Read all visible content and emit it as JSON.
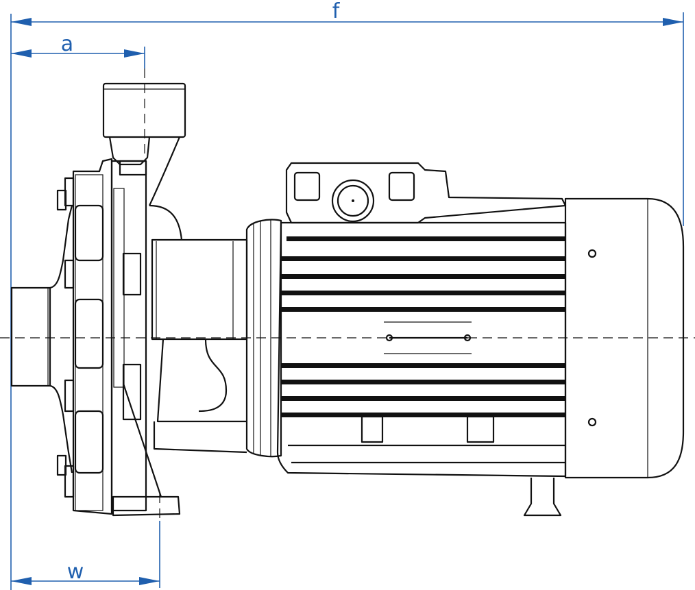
{
  "dimensions": {
    "f": "f",
    "a": "a",
    "w": "w"
  },
  "colors": {
    "dimension": "#1f5fae",
    "drawing": "#111111"
  }
}
